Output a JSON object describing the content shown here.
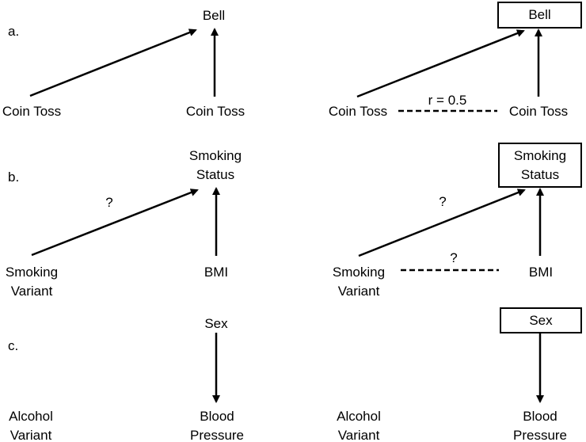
{
  "panels": [
    {
      "label": "a.",
      "left": {
        "outcome": "Bell",
        "exposure": "Coin Toss",
        "covariate": "Coin Toss",
        "exposure_edge_label": ""
      },
      "right": {
        "outcome": "Bell",
        "outcome_conditioned": true,
        "exposure": "Coin Toss",
        "covariate": "Coin Toss",
        "exposure_edge_label": "",
        "induced_association_label": "r = 0.5"
      }
    },
    {
      "label": "b.",
      "left": {
        "outcome": "Smoking\nStatus",
        "exposure": "Smoking\nVariant",
        "covariate": "BMI",
        "exposure_edge_label": "?"
      },
      "right": {
        "outcome": "Smoking\nStatus",
        "outcome_conditioned": true,
        "exposure": "Smoking\nVariant",
        "covariate": "BMI",
        "exposure_edge_label": "?",
        "induced_association_label": "?"
      }
    },
    {
      "label": "c.",
      "left": {
        "outcome": "Sex",
        "exposure": "Alcohol\nVariant",
        "covariate": "Blood\nPressure",
        "exposure_edge_label": ""
      },
      "right": {
        "outcome": "Sex",
        "outcome_conditioned": true,
        "exposure": "Alcohol\nVariant",
        "covariate": "Blood\nPressure",
        "exposure_edge_label": ""
      }
    }
  ],
  "colors": {
    "stroke": "#000000",
    "background": "#ffffff"
  }
}
